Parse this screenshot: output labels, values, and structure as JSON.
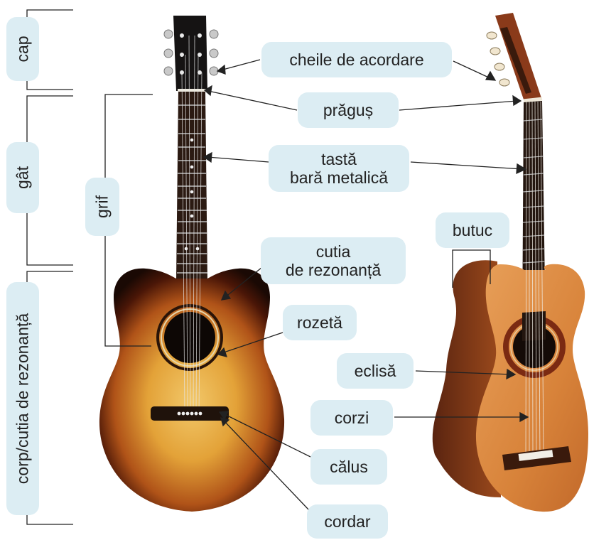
{
  "side_labels": {
    "cap": "cap",
    "gat": "gât",
    "corp": "corp/cutia de rezonanță",
    "grif": "grif"
  },
  "labels": {
    "cheile": "cheile de acordare",
    "prag": "prăguș",
    "tasta_1": "tastă",
    "tasta_2": "bară metalică",
    "cutia_1": "cutia",
    "cutia_2": "de rezonanță",
    "rozeta": "rozetă",
    "butuc": "butuc",
    "eclisa": "eclisă",
    "corzi": "corzi",
    "calus": "călus",
    "cordar": "cordar"
  },
  "colors": {
    "label_bg": "#dcedf3",
    "acoustic_sunburst_center": "#e3a238",
    "acoustic_sunburst_edge": "#1a0904",
    "classical_top": "#dc8a3f",
    "fretboard": "#2b1a12"
  }
}
